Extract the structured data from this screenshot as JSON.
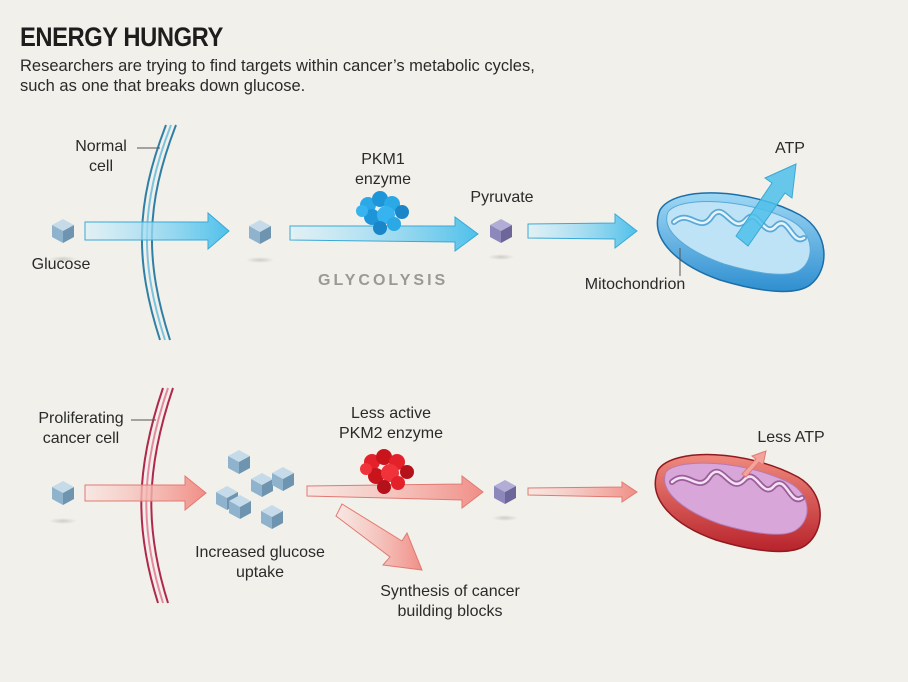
{
  "header": {
    "title": "ENERGY HUNGRY",
    "subtitle": "Researchers are trying to find targets within cancer’s metabolic cycles, such as one that breaks down glucose."
  },
  "normal": {
    "cell_label_1": "Normal",
    "cell_label_2": "cell",
    "glucose": "Glucose",
    "enzyme_1": "PKM1",
    "enzyme_2": "enzyme",
    "pyruvate": "Pyruvate",
    "atp": "ATP",
    "mitochondrion": "Mitochondrion",
    "process": "GLYCOLYSIS"
  },
  "cancer": {
    "cell_label_1": "Proliferating",
    "cell_label_2": "cancer cell",
    "enzyme_1": "Less active",
    "enzyme_2": "PKM2 enzyme",
    "uptake_1": "Increased glucose",
    "uptake_2": "uptake",
    "less_atp": "Less ATP",
    "synthesis_1": "Synthesis of cancer",
    "synthesis_2": "building blocks"
  },
  "colors": {
    "blue_arrow": "#5cc3e8",
    "red_arrow": "#f3a39b",
    "normal_membrane": "#2f7fa6",
    "cancer_membrane": "#b0284a",
    "pyruvate_cube": "#8d88bb",
    "glucose_cube": "#8fb3cc"
  }
}
